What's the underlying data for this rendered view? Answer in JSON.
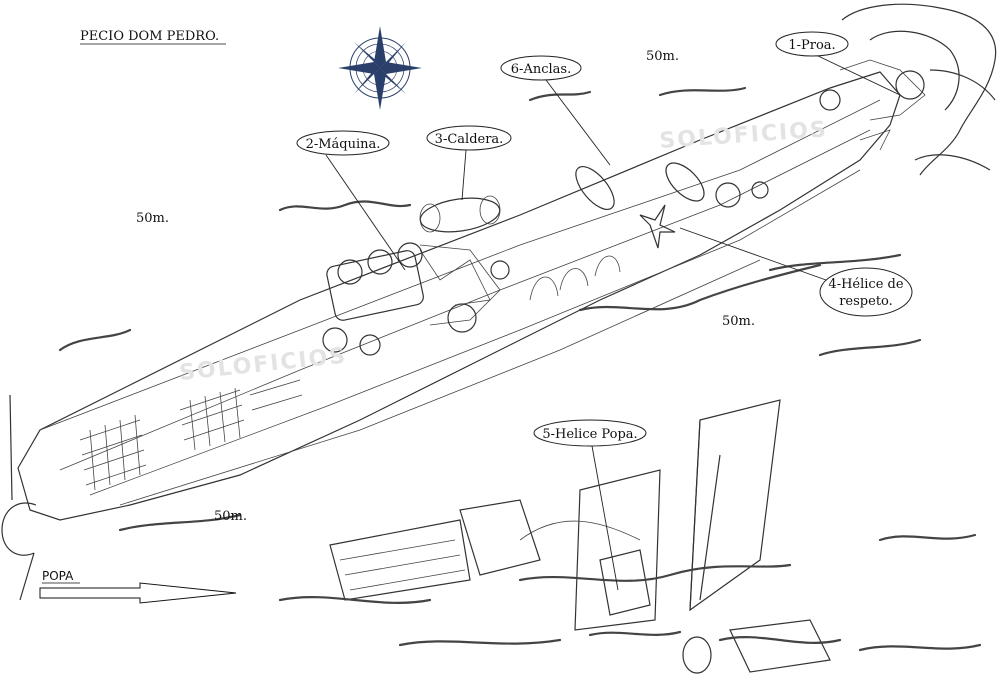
{
  "title": "PECIO DOM PEDRO.",
  "depth_labels": [
    "50m.",
    "50m.",
    "50m.",
    "50m."
  ],
  "callouts": {
    "proa": "1-Proa.",
    "maquina": "2-Máquina.",
    "caldera": "3-Caldera.",
    "helice_respeto_line1": "4-Hélice de",
    "helice_respeto_line2": "respeto.",
    "helice_popa": "5-Helice Popa.",
    "anclas": "6-Anclas."
  },
  "direction_label": "POPA",
  "watermark": "SOLOFICIOS",
  "icons": [
    "compass-rose-icon",
    "direction-arrow-icon"
  ],
  "colors": {
    "compass": "#2b3f6b",
    "ink": "#222222",
    "watermark": "#e3e3e3"
  }
}
